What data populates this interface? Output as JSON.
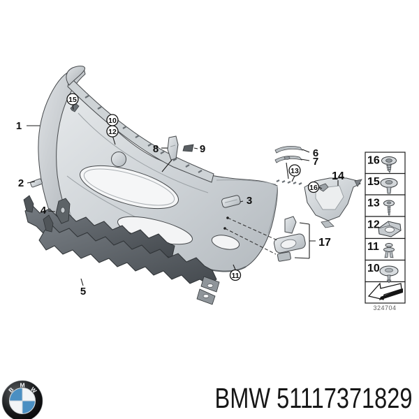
{
  "diagram": {
    "ref_code": "324704",
    "callouts": {
      "c1": "1",
      "c2": "2",
      "c3": "3",
      "c4": "4",
      "c5": "5",
      "c6": "6",
      "c7": "7",
      "c8": "8",
      "c9": "9",
      "c10": "10",
      "c11": "11",
      "c12": "12",
      "c13": "13",
      "c14": "14",
      "c15": "15",
      "c16": "16",
      "c17": "17"
    },
    "fastener_table": {
      "rows": [
        {
          "label": "16",
          "icon": "torx-screw-icon"
        },
        {
          "label": "15",
          "icon": "washer-bolt-icon"
        },
        {
          "label": "13",
          "icon": "long-screw-icon"
        },
        {
          "label": "12",
          "icon": "cage-nut-icon"
        },
        {
          "label": "11",
          "icon": "expansion-rivet-icon"
        },
        {
          "label": "10",
          "icon": "washer-rivet-icon"
        }
      ],
      "direction_icon": "install-direction-arrow"
    }
  },
  "footer": {
    "logo": {
      "letters": "BMW"
    },
    "part_number_label": "BMW 51117371829"
  },
  "colors": {
    "background": "#ffffff",
    "outline": "#1a1a1a",
    "part_light": "#d9dcdf",
    "part_dark": "#5d6367",
    "logo_blue": "#4a8fc2"
  }
}
